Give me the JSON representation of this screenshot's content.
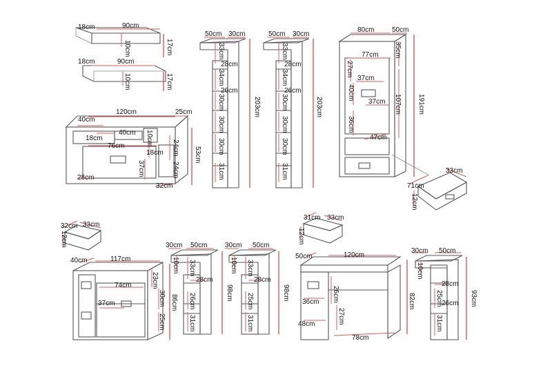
{
  "colors": {
    "outline": "#555555",
    "dimension_line": "#e05a5a",
    "text": "#111111",
    "background": "#ffffff"
  },
  "wall_shelf_top": {
    "depth": "18cm",
    "width": "90cm",
    "height": "10cm",
    "side": "17cm"
  },
  "wall_shelf_bottom": {
    "depth": "18cm",
    "width": "90cm",
    "height": "10cm",
    "side": "17cm"
  },
  "tv_unit": {
    "top_left": "40cm",
    "width": "120cm",
    "depth": "25cm",
    "mid_left": "40cm",
    "mid_right": "10cm",
    "shelf_left": "18cm",
    "inner_width": "76cm",
    "inner_right": "18cm",
    "right_height": "24cm",
    "overall_height": "53cm",
    "drawer_height": "37cm",
    "lower_right": "24cm",
    "left_height": "28cm",
    "base_depth": "32cm"
  },
  "tall_shelf_a": {
    "top_w": "50cm",
    "top_d": "30cm",
    "s1": "33cm",
    "s2": "28cm",
    "s3": "34cm",
    "s4": "26cm",
    "s5": "30cm",
    "s6": "30cm",
    "s7": "30cm",
    "s8": "31cm",
    "total": "203cm"
  },
  "tall_shelf_b": {
    "top_w": "50cm",
    "top_d": "30cm",
    "s1": "33cm",
    "s2": "28cm",
    "s3": "34cm",
    "s4": "26cm",
    "s5": "30cm",
    "s6": "30cm",
    "s7": "30cm",
    "s8": "31cm",
    "total": "203cm"
  },
  "wardrobe": {
    "width": "80cm",
    "depth": "50cm",
    "top": "35cm",
    "inner_w": "77cm",
    "shelf": "27cm",
    "inner_w2": "37cm",
    "height_inner": "40cm",
    "hang": "107cm",
    "inner_w3": "37cm",
    "total": "191cm",
    "lower": "36cm",
    "drawer_w": "47cm"
  },
  "wardrobe_drawer": {
    "depth": "33cm",
    "width": "71cm",
    "height": "12cm"
  },
  "sideboard_drawer": {
    "depth": "32cm",
    "width": "33cm",
    "height": "12cm"
  },
  "sideboard": {
    "depth": "40cm",
    "width": "117cm",
    "top_gap": "23cm",
    "inner_w": "74cm",
    "mid": "30cm",
    "total": "86cm",
    "inner_w2": "37cm",
    "bottom": "25cm"
  },
  "low_shelf_a": {
    "top_w": "50cm",
    "top_d": "30cm",
    "s1": "10cm",
    "s2": "33cm",
    "s3": "28cm",
    "s4": "26cm",
    "s5": "31cm",
    "total": "98cm"
  },
  "low_shelf_b": {
    "top_w": "50cm",
    "top_d": "30cm",
    "s1": "10cm",
    "s2": "33cm",
    "s3": "28cm",
    "s4": "25cm",
    "s5": "31cm",
    "total": "98cm"
  },
  "desk_drawer": {
    "depth": "31cm",
    "width": "33cm",
    "height": "12cm"
  },
  "desk": {
    "depth": "50cm",
    "width": "120cm",
    "drawer_h": "26cm",
    "side": "36cm",
    "leg_h": "27cm",
    "height": "82cm",
    "bottom_l": "48cm",
    "bottom_w": "78cm"
  },
  "corner_shelf": {
    "top_d": "30cm",
    "top_w": "50cm",
    "s1": "10cm",
    "s2": "28cm",
    "s3": "25cm",
    "s4": "31cm",
    "total": "93cm"
  }
}
